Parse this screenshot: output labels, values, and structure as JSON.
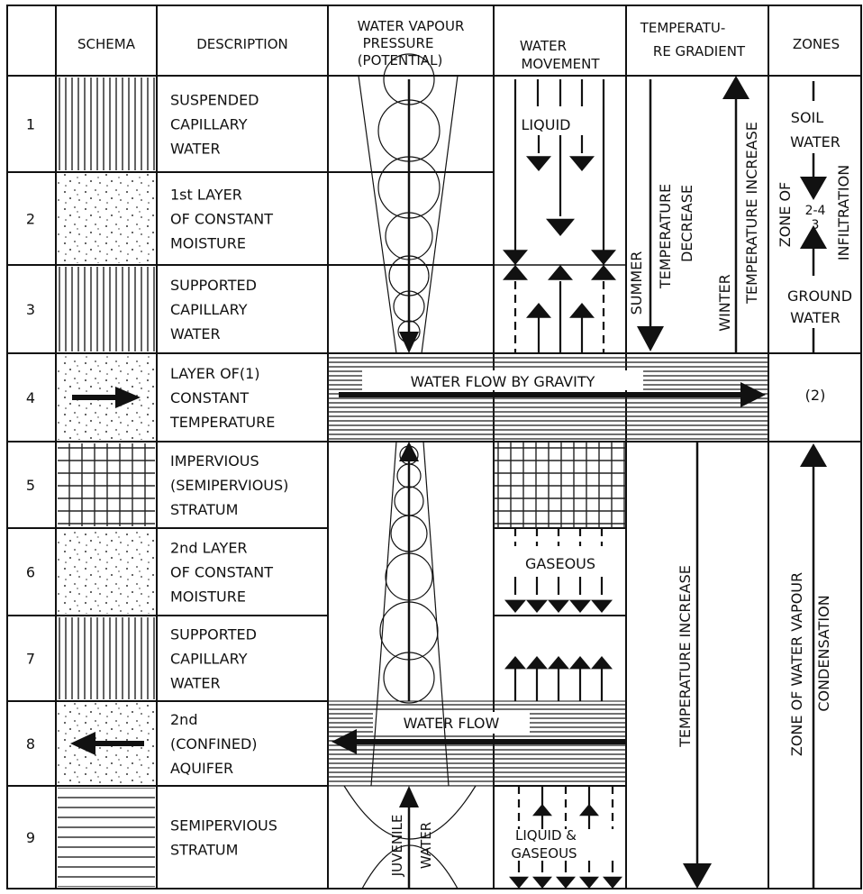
{
  "headers": {
    "schema": "SCHEMA",
    "description": "DESCRIPTION",
    "vapour": [
      "WATER VAPOUR",
      "PRESSURE",
      "(POTENTIAL)"
    ],
    "movement": [
      "WATER",
      "MOVEMENT"
    ],
    "gradient": [
      "TEMPERATU-",
      "RE GRADIENT"
    ],
    "zones": "ZONES"
  },
  "rows": [
    {
      "num": "1",
      "schema": "vertical-lines",
      "desc": [
        "SUSPENDED",
        "CAPILLARY",
        "WATER"
      ]
    },
    {
      "num": "2",
      "schema": "dots",
      "desc": [
        "1st LAYER",
        "OF CONSTANT",
        "MOISTURE"
      ]
    },
    {
      "num": "3",
      "schema": "vertical-lines",
      "desc": [
        "SUPPORTED",
        "CAPILLARY",
        "WATER"
      ]
    },
    {
      "num": "4",
      "schema": "dots-arrow-right",
      "desc": [
        "LAYER OF(1)",
        "CONSTANT",
        "TEMPERATURE"
      ]
    },
    {
      "num": "5",
      "schema": "grid",
      "desc": [
        "IMPERVIOUS",
        "(SEMIPERVIOUS)",
        "STRATUM"
      ]
    },
    {
      "num": "6",
      "schema": "dots",
      "desc": [
        "2nd LAYER",
        "OF CONSTANT",
        "MOISTURE"
      ]
    },
    {
      "num": "7",
      "schema": "vertical-lines",
      "desc": [
        "SUPPORTED",
        "CAPILLARY",
        "WATER"
      ]
    },
    {
      "num": "8",
      "schema": "dots-arrow-left",
      "desc": [
        "2nd",
        "(CONFINED)",
        "AQUIFER"
      ]
    },
    {
      "num": "9",
      "schema": "horizontal-lines",
      "desc": [
        "SEMIPERVIOUS",
        "STRATUM"
      ]
    }
  ],
  "flow_labels": {
    "gravity": "WATER FLOW BY GRAVITY",
    "flow": "WATER FLOW"
  },
  "movement_labels": {
    "liquid": "LIQUID",
    "gaseous": "GASEOUS",
    "liquid_gaseous": [
      "LIQUID &",
      "GASEOUS"
    ]
  },
  "vapour_labels": {
    "juvenile": "JUVENILE",
    "water": "WATER"
  },
  "gradient_labels": {
    "summer": "SUMMER",
    "temp_decrease": [
      "TEMPERATURE",
      "DECREASE"
    ],
    "winter": "WINTER",
    "temp_increase_upper": "TEMPERATURE INCREASE",
    "temp_increase_lower": "TEMPERATURE   INCREASE"
  },
  "zone_labels": {
    "soil": "SOIL",
    "soil_water": "WATER",
    "zone_of": "ZONE OF",
    "two_four": "2-4",
    "three": "3",
    "infiltration": "INFILTRATION",
    "ground": "GROUND",
    "ground_water": "WATER",
    "row4": "(2)",
    "condensation_1": "ZONE OF WATER VAPOUR",
    "condensation_2": "CONDENSATION"
  }
}
